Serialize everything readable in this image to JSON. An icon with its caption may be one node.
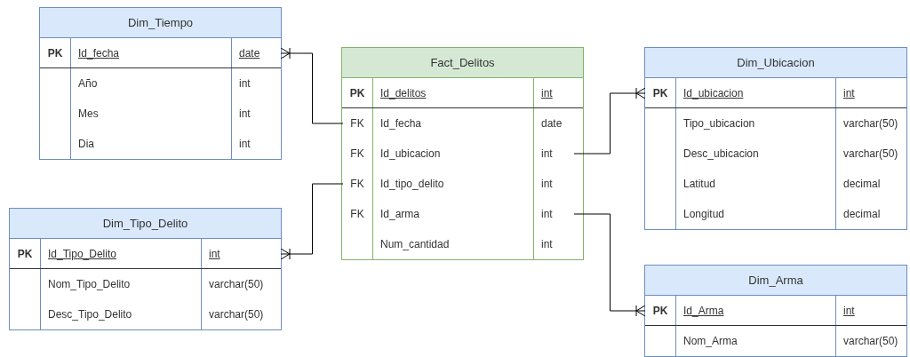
{
  "diagram": {
    "nodes": [
      {
        "text": [
          "Dim_Tiempo"
        ]
      },
      {
        "text": [
          "PK",
          "Id_fecha",
          "date"
        ],
        "in": 0
      },
      {
        "text": [
          "Año",
          "int"
        ],
        "in": 0
      },
      {
        "text": [
          "Mes",
          "int"
        ],
        "in": 0
      },
      {
        "text": [
          "Dia",
          "int"
        ],
        "in": 0
      },
      {
        "text": [
          "Fact_Delitos"
        ]
      },
      {
        "text": [
          "PK",
          "Id_delitos",
          "int"
        ],
        "in": 5
      },
      {
        "text": [
          "FK",
          "Id_fecha",
          "date"
        ],
        "in": 5
      },
      {
        "text": [
          "FK",
          "Id_ubicacion",
          "int"
        ],
        "in": 5
      },
      {
        "text": [
          "FK",
          "Id_tipo_delito",
          "int"
        ],
        "in": 5
      },
      {
        "text": [
          "FK",
          "Id_arma",
          "int"
        ],
        "in": 5
      },
      {
        "text": [
          "Num_cantidad",
          "int"
        ],
        "in": 5
      },
      {
        "text": [
          "Dim_Ubicacion"
        ]
      },
      {
        "text": [
          "PK",
          "Id_ubicacion",
          "int"
        ],
        "in": 12
      },
      {
        "text": [
          "Tipo_ubicacion",
          "varchar(50)"
        ],
        "in": 12
      },
      {
        "text": [
          "Desc_ubicacion",
          "varchar(50)"
        ],
        "in": 12
      },
      {
        "text": [
          "Latitud",
          "decimal"
        ],
        "in": 12
      },
      {
        "text": [
          "Longitud",
          "decimal"
        ],
        "in": 12
      },
      {
        "text": [
          "Dim_Tipo_Delito"
        ]
      },
      {
        "text": [
          "PK",
          "Id_Tipo_Delito",
          "int"
        ],
        "in": 18
      },
      {
        "text": [
          "Nom_Tipo_Delito",
          "varchar(50)"
        ],
        "in": 18
      },
      {
        "text": [
          "Desc_Tipo_Delito",
          "varchar(50)"
        ],
        "in": 18
      },
      {
        "text": [
          "Dim_Arma"
        ]
      },
      {
        "text": [
          "PK",
          "Id_Arma",
          "int"
        ],
        "in": 22
      },
      {
        "text": [
          "Nom_Arma",
          "varchar(50)"
        ],
        "in": 22
      }
    ],
    "edges": [
      {
        "from": 7,
        "to": 1,
        "arrow": "other"
      },
      {
        "from": 8,
        "to": 13,
        "arrow": "other"
      },
      {
        "from": 9,
        "to": 19,
        "arrow": "other"
      },
      {
        "from": 10,
        "to": 23,
        "arrow": "other"
      }
    ]
  }
}
